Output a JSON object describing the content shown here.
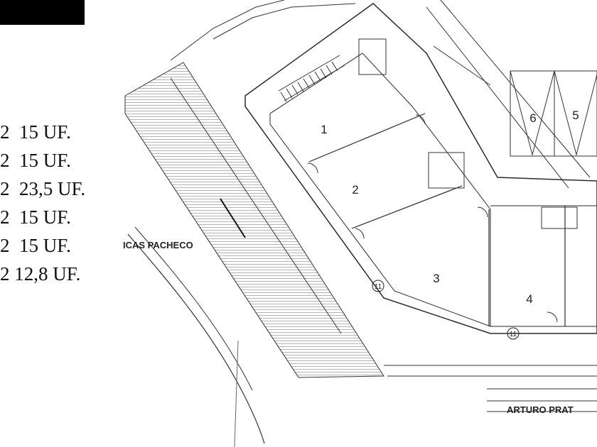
{
  "price_list": [
    {
      "prefix": "2",
      "price": "15 UF."
    },
    {
      "prefix": "2",
      "price": "15 UF."
    },
    {
      "prefix": "2",
      "price": "23,5 UF."
    },
    {
      "prefix": "2",
      "price": "15 UF."
    },
    {
      "prefix": "2",
      "price": "15 UF."
    },
    {
      "prefix": "2",
      "price": "12,8 UF."
    }
  ],
  "plan": {
    "streets": {
      "left": "ICAS PACHECO",
      "bottom": "ARTURO PRAT"
    },
    "units": [
      "1",
      "2",
      "3",
      "4",
      "5",
      "6"
    ],
    "markers": [
      "11",
      "11"
    ]
  },
  "colors": {
    "line": "#2a2a2a",
    "hatch": "#555555",
    "background": "#ffffff",
    "redaction": "#000000"
  }
}
